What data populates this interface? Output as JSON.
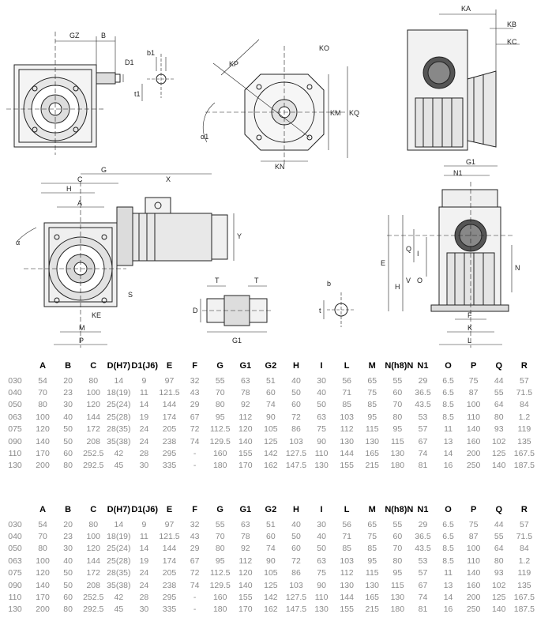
{
  "drawing_labels": {
    "gz": "GZ",
    "b": "B",
    "d1": "D1",
    "b1": "b1",
    "t1": "t1",
    "kp": "KP",
    "ko": "KO",
    "km": "KM",
    "kq": "KQ",
    "kn": "KN",
    "alpha1": "α1",
    "ka": "KA",
    "kb": "KB",
    "kc": "KC",
    "g": "G",
    "x": "X",
    "c": "C",
    "h": "H",
    "a": "A",
    "y": "Y",
    "s": "S",
    "ke": "KE",
    "m": "M",
    "p": "P",
    "alpha": "α",
    "t_left": "T",
    "t_right": "T",
    "d_shaft": "D",
    "g1_shaft": "G1",
    "b_key": "b",
    "t_key": "t",
    "g1_front": "G1",
    "n1": "N1",
    "f_front": "F",
    "k_front": "K",
    "l_front": "L",
    "e": "E",
    "h_front": "H",
    "q": "Q",
    "i": "I",
    "v": "V",
    "o": "O",
    "n_side": "N"
  },
  "table": {
    "headers": [
      "",
      "A",
      "B",
      "C",
      "D(H7)",
      "D1(J6)",
      "E",
      "F",
      "G",
      "G1",
      "G2",
      "H",
      "I",
      "L",
      "M",
      "N(h8)N",
      "N1",
      "O",
      "P",
      "Q",
      "R"
    ],
    "rows": [
      [
        "030",
        "54",
        "20",
        "80",
        "14",
        "9",
        "97",
        "32",
        "55",
        "63",
        "51",
        "40",
        "30",
        "56",
        "65",
        "55",
        "29",
        "6.5",
        "75",
        "44",
        "57"
      ],
      [
        "040",
        "70",
        "23",
        "100",
        "18(19)",
        "11",
        "121.5",
        "43",
        "70",
        "78",
        "60",
        "50",
        "40",
        "71",
        "75",
        "60",
        "36.5",
        "6.5",
        "87",
        "55",
        "71.5"
      ],
      [
        "050",
        "80",
        "30",
        "120",
        "25(24)",
        "14",
        "144",
        "29",
        "80",
        "92",
        "74",
        "60",
        "50",
        "85",
        "85",
        "70",
        "43.5",
        "8.5",
        "100",
        "64",
        "84"
      ],
      [
        "063",
        "100",
        "40",
        "144",
        "25(28)",
        "19",
        "174",
        "67",
        "95",
        "112",
        "90",
        "72",
        "63",
        "103",
        "95",
        "80",
        "53",
        "8.5",
        "110",
        "80",
        "1.2"
      ],
      [
        "075",
        "120",
        "50",
        "172",
        "28(35)",
        "24",
        "205",
        "72",
        "112.5",
        "120",
        "105",
        "86",
        "75",
        "112",
        "115",
        "95",
        "57",
        "11",
        "140",
        "93",
        "119"
      ],
      [
        "090",
        "140",
        "50",
        "208",
        "35(38)",
        "24",
        "238",
        "74",
        "129.5",
        "140",
        "125",
        "103",
        "90",
        "130",
        "130",
        "115",
        "67",
        "13",
        "160",
        "102",
        "135"
      ],
      [
        "110",
        "170",
        "60",
        "252.5",
        "42",
        "28",
        "295",
        "-",
        "160",
        "155",
        "142",
        "127.5",
        "110",
        "144",
        "165",
        "130",
        "74",
        "14",
        "200",
        "125",
        "167.5"
      ],
      [
        "130",
        "200",
        "80",
        "292.5",
        "45",
        "30",
        "335",
        "-",
        "180",
        "170",
        "162",
        "147.5",
        "130",
        "155",
        "215",
        "180",
        "81",
        "16",
        "250",
        "140",
        "187.5"
      ]
    ]
  }
}
